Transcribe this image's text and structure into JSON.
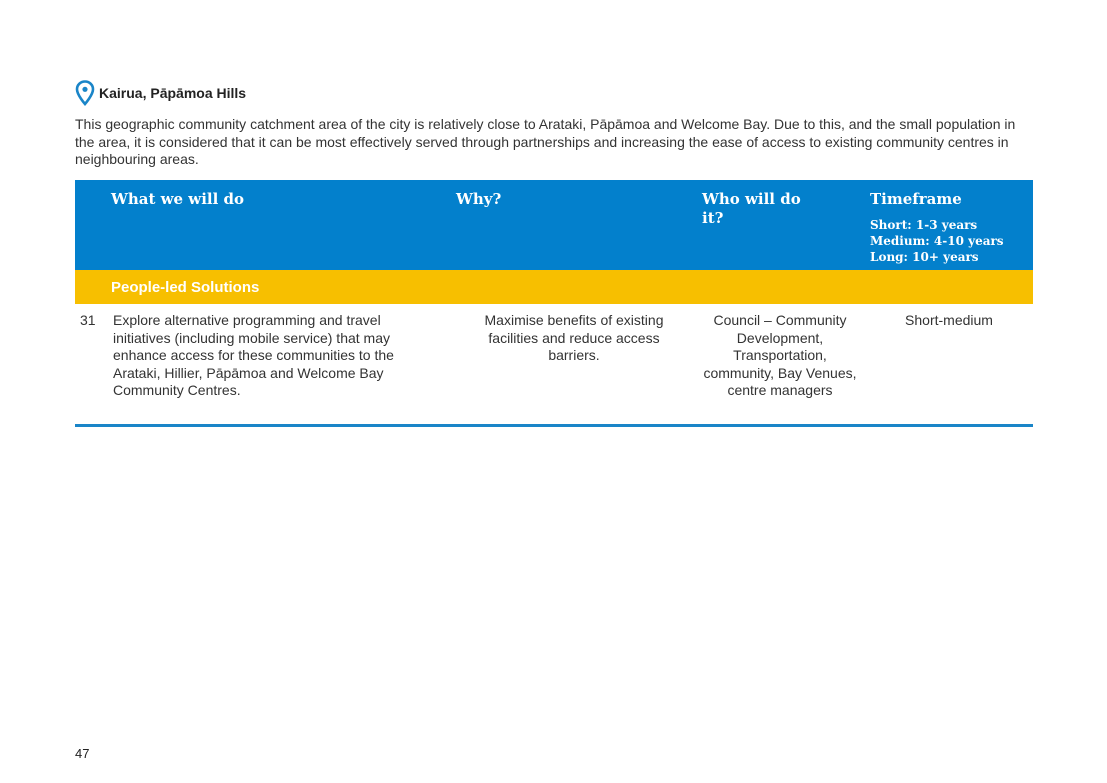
{
  "section": {
    "title": "Kairua, Pāpāmoa Hills",
    "intro": "This geographic community catchment area of the city is relatively close to Arataki, Pāpāmoa and Welcome Bay. Due to this, and the small population in the area, it is considered that it can be most effectively served through partnerships and increasing the ease of access to existing community centres in neighbouring areas."
  },
  "table": {
    "headers": {
      "what": "What we will do",
      "why": "Why?",
      "who": "Who will do it?",
      "timeframe": "Timeframe"
    },
    "timeframe_notes": [
      "Short: 1-3 years",
      "Medium: 4-10 years",
      "Long: 10+ years"
    ],
    "group_label": "People-led Solutions",
    "rows": [
      {
        "number": "31",
        "what": "Explore alternative programming and travel initiatives (including mobile service) that may enhance access for these communities to the Arataki, Hillier, Pāpāmoa and Welcome Bay Community Centres.",
        "why": "Maximise benefits of existing facilities and reduce access barriers.",
        "who": "Council – Community Development, Transportation, community, Bay Venues, centre managers",
        "timeframe": "Short-medium"
      }
    ]
  },
  "page_number": "47",
  "colors": {
    "header_blue": "#0380cc",
    "section_yellow": "#f7bf00",
    "rule_blue": "#1a85c8"
  }
}
